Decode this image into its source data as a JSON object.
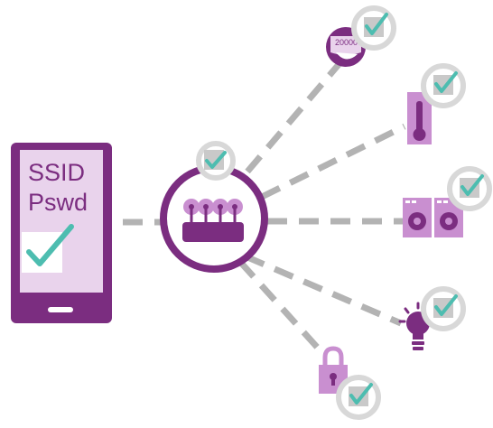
{
  "phone": {
    "line1": "SSID",
    "line2": "Pswd"
  },
  "meter": {
    "reading": "20000"
  },
  "colors": {
    "purple_dark": "#7b2d80",
    "purple_light": "#c98fd0",
    "purple_pale": "#e9d3ec",
    "check_teal": "#4dbdb0",
    "badge_ring": "#d8d8d8",
    "connection_gray": "#b3b3b3"
  },
  "icons": [
    "phone-icon",
    "router-icon",
    "meter-icon",
    "thermometer-icon",
    "washer-dryer-icon",
    "lightbulb-icon",
    "padlock-icon",
    "check-icon"
  ]
}
